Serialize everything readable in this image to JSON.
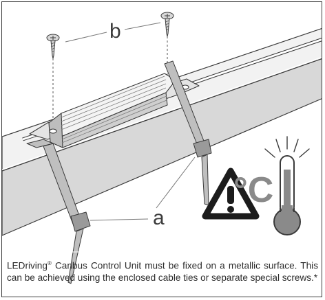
{
  "labels": {
    "screw": "b",
    "cable_tie": "a",
    "temperature_unit": "°C"
  },
  "caption": {
    "brand": "LEDriving",
    "mark": "®",
    "text": " Canbus Control Unit must be fixed on a metallic surface. This can be achieved using the enclosed cable ties or separate special screws.*"
  },
  "icons": [
    "screw-icon",
    "warning-triangle-icon",
    "thermometer-icon"
  ],
  "colors": {
    "outline": "#3a3a3a",
    "metal_gray": "#8a8a8a",
    "beam_light": "#f0f0f0",
    "beam_mid": "#d6d6d6"
  }
}
